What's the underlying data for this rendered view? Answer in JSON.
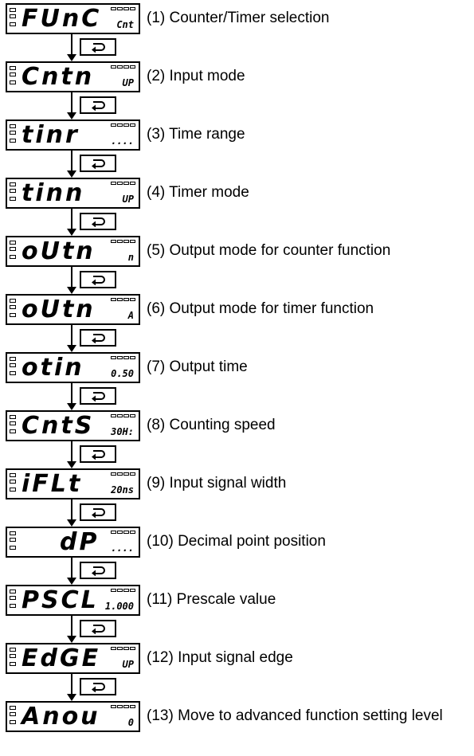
{
  "steps": [
    {
      "display": "FUnC",
      "sub": "Cnt",
      "label": "(1) Counter/Timer selection"
    },
    {
      "display": "Cntn",
      "sub": "UP",
      "label": "(2) Input mode"
    },
    {
      "display": "tinr",
      "sub": "....",
      "label": "(3) Time range"
    },
    {
      "display": "tinn",
      "sub": "UP",
      "label": "(4) Timer mode"
    },
    {
      "display": "oUtn",
      "sub": "n",
      "label": "(5) Output mode for counter function"
    },
    {
      "display": "oUtn",
      "sub": "A",
      "label": "(6) Output mode for timer function"
    },
    {
      "display": "otin",
      "sub": "0.50",
      "label": "(7) Output time"
    },
    {
      "display": "CntS",
      "sub": "30H:",
      "label": "(8) Counting speed"
    },
    {
      "display": "iFLt",
      "sub": "20ns",
      "label": "(9) Input signal width"
    },
    {
      "display": "dP",
      "sub": "....",
      "label": "(10) Decimal point position"
    },
    {
      "display": "PSCL",
      "sub": "1.000",
      "label": "(11) Prescale value"
    },
    {
      "display": "EdGE",
      "sub": "UP",
      "label": "(12) Input signal edge"
    },
    {
      "display": "Anou",
      "sub": "0",
      "label": "(13) Move to advanced function setting level"
    }
  ],
  "key_icon": "mode-key-icon"
}
